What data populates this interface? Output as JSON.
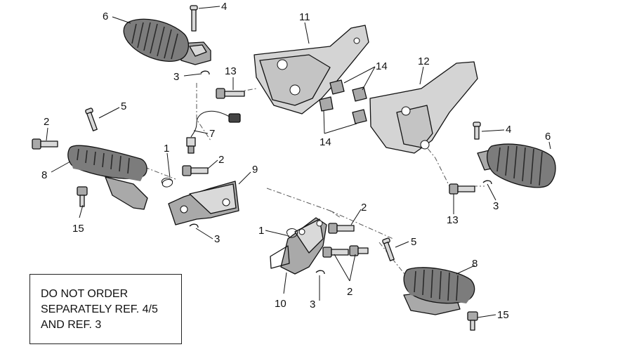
{
  "callouts": {
    "c6a": "6",
    "c4a": "4",
    "c3a": "3",
    "c13a": "13",
    "c11": "11",
    "c14a": "14",
    "c12": "12",
    "c14b": "14",
    "c5a": "5",
    "c2a": "2",
    "c7": "7",
    "c4b": "4",
    "c6b": "6",
    "c1a": "1",
    "c2b": "2",
    "c9": "9",
    "c8a": "8",
    "c15a": "15",
    "c3b": "3",
    "c13b": "13",
    "c3c": "3",
    "c2c": "2",
    "c1b": "1",
    "c5b": "5",
    "c8b": "8",
    "c2d": "2",
    "c10": "10",
    "c3d": "3",
    "c15b": "15"
  },
  "note": {
    "lines": "DO NOT ORDER\nSEPARATELY REF. 4/5\nAND REF. 3"
  },
  "colors": {
    "rubber": "#7c7c7c",
    "metal": "#a9a9a9",
    "guard": "#d4d4d4",
    "outline": "#111111"
  }
}
